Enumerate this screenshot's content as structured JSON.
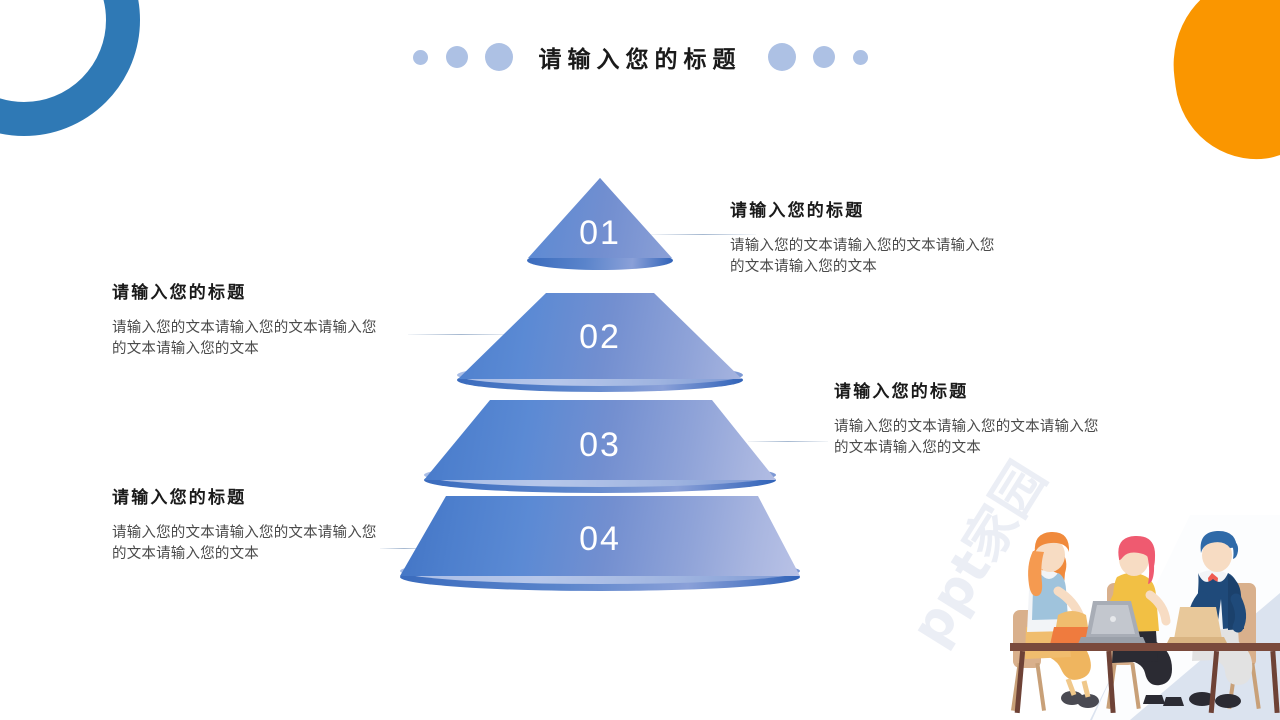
{
  "slide": {
    "title": "请输入您的标题",
    "watermark": "ppt家园",
    "background_color": "#ffffff",
    "accent_blue": "#2f79b5",
    "accent_orange": "#fa9600",
    "dot_color": "#adc1e4",
    "cone_blue_dark": "#4274c4",
    "cone_blue_light": "#b9c2e6"
  },
  "header": {
    "title": "请输入您的标题",
    "dots_left": [
      "dot-small",
      "dot-medium",
      "dot-large"
    ],
    "dots_right": [
      "dot-large",
      "dot-medium",
      "dot-small"
    ]
  },
  "pyramid": {
    "tiers": [
      {
        "number": "01",
        "shape": "cone-apex"
      },
      {
        "number": "02",
        "shape": "cone-frustum"
      },
      {
        "number": "03",
        "shape": "cone-frustum"
      },
      {
        "number": "04",
        "shape": "cone-frustum"
      }
    ]
  },
  "callouts": [
    {
      "position": "top-right",
      "tier": "01",
      "title": "请输入您的标题",
      "body": "请输入您的文本请输入您的文本请输入您的文本请输入您的文本"
    },
    {
      "position": "middle-left",
      "tier": "02",
      "title": "请输入您的标题",
      "body": "请输入您的文本请输入您的文本请输入您的文本请输入您的文本"
    },
    {
      "position": "middle-right",
      "tier": "03",
      "title": "请输入您的标题",
      "body": "请输入您的文本请输入您的文本请输入您的文本请输入您的文本"
    },
    {
      "position": "bottom-left",
      "tier": "04",
      "title": "请输入您的标题",
      "body": "请输入您的文本请输入您的文本请输入您的文本请输入您的文本"
    }
  ],
  "illustration": {
    "name": "three-people-meeting-at-table",
    "people": [
      "woman-orange-hair",
      "woman-pink-hair",
      "man-blue-suit"
    ],
    "objects": [
      "laptop-gray",
      "laptop-tan",
      "table",
      "chairs"
    ]
  }
}
